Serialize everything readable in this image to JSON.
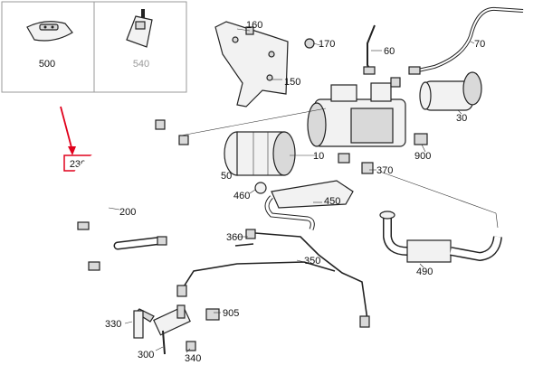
{
  "diagram": {
    "inset_labels": [
      "500",
      "540"
    ],
    "callout": {
      "label": "230",
      "color": "#e0001b"
    },
    "part_labels": {
      "p160": "160",
      "p170": "170",
      "p60": "60",
      "p70": "70",
      "p150": "150",
      "p30": "30",
      "p50": "50",
      "p10": "10",
      "p900": "900",
      "p370": "370",
      "p460": "460",
      "p450": "450",
      "p200": "200",
      "p360": "360",
      "p350": "350",
      "p490": "490",
      "p905": "905",
      "p330": "330",
      "p300": "300",
      "p340": "340"
    }
  }
}
